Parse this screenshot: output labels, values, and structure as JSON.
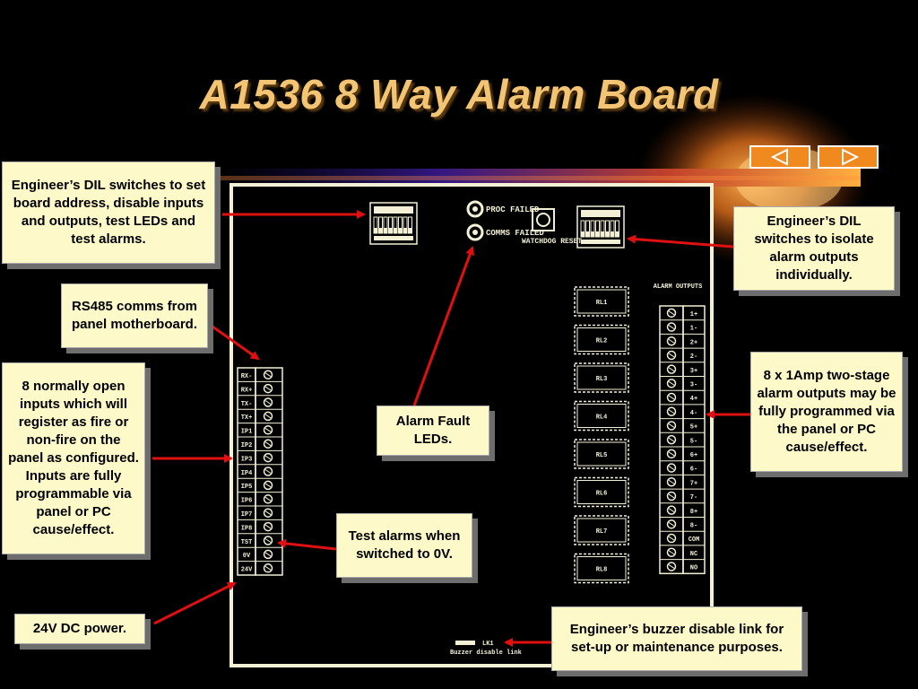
{
  "title": "A1536 8 Way Alarm Board",
  "nav": {
    "prev_icon": "triangle-left-icon",
    "next_icon": "triangle-right-icon"
  },
  "callouts": {
    "dil_address": "Engineer’s DIL switches to set board address, disable inputs and outputs, test LEDs and test alarms.",
    "rs485": "RS485 comms from panel motherboard.",
    "inputs": "8 normally open inputs which will register as fire or non-fire on the panel as configured. Inputs are fully programmable via panel or PC cause/effect.",
    "power": "24V DC power.",
    "fault_leds": "Alarm Fault LEDs.",
    "test_alarms": "Test alarms when switched to 0V.",
    "dil_isolate": "Engineer’s DIL switches to isolate alarm outputs individually.",
    "outputs": "8 x 1Amp two-stage alarm outputs may be fully programmed via the panel or PC cause/effect.",
    "buzzer": "Engineer’s buzzer disable link for set-up or maintenance purposes."
  },
  "board": {
    "proc_failed": "PROC FAILED",
    "comms_failed": "COMMS FAILED",
    "watchdog_reset": "WATCHDOG RESET",
    "alarm_outputs": "ALARM OUTPUTS",
    "input_terminals": [
      "RX-",
      "RX+",
      "TX-",
      "TX+",
      "IP1",
      "IP2",
      "IP3",
      "IP4",
      "IP5",
      "IP6",
      "IP7",
      "IP8",
      "TST",
      "0V",
      "24V"
    ],
    "relays": [
      "RL1",
      "RL2",
      "RL3",
      "RL4",
      "RL5",
      "RL6",
      "RL7",
      "RL8"
    ],
    "output_terminals": [
      "1+",
      "1-",
      "2+",
      "2-",
      "3+",
      "3-",
      "4+",
      "4-",
      "5+",
      "5-",
      "6+",
      "6-",
      "7+",
      "7-",
      "8+",
      "8-",
      "COM",
      "NC",
      "NO"
    ],
    "link_label": "LK1",
    "link_caption": "Buzzer disable link"
  },
  "colors": {
    "title": "#f2c473",
    "arrow": "#e01010",
    "callout_bg": "#fdf9c9",
    "board_outline": "#f3f0d6",
    "nav_button": "#f08a1e"
  }
}
